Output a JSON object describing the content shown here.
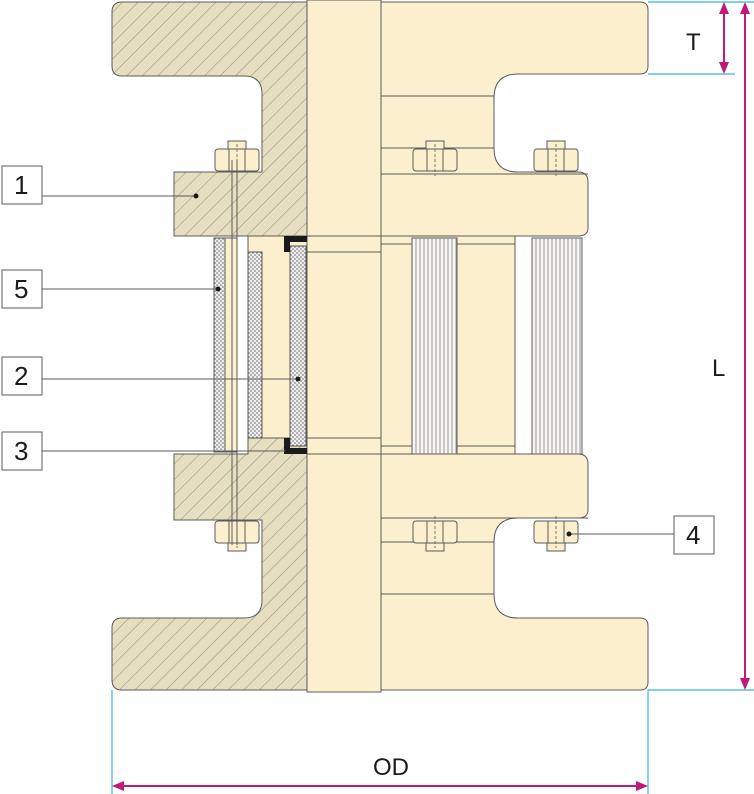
{
  "colors": {
    "body_fill": "#fbefcd",
    "section_fill": "#e6dfbf",
    "hatch": "#8a8a8a",
    "outline": "#5b5b5b",
    "dimension_line": "#c0197a",
    "extension_line": "#35b8df",
    "gasket": "#1a1a1a",
    "glass_dots": "#6a6a6a"
  },
  "dimensions": {
    "thickness": "T",
    "length": "L",
    "outer_diameter": "OD"
  },
  "callouts": [
    "1",
    "5",
    "2",
    "3",
    "4"
  ]
}
